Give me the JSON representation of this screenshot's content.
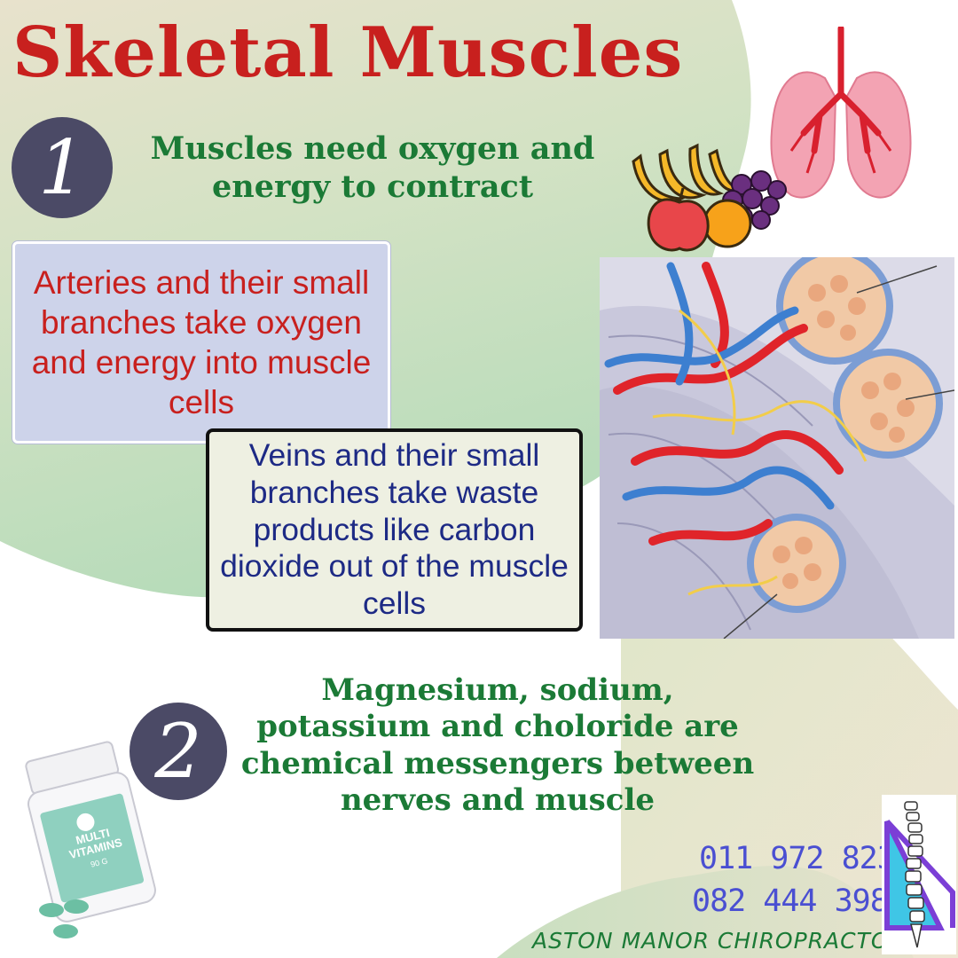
{
  "title": "Skeletal Muscles",
  "points": [
    {
      "number": "1",
      "text": "Muscles need oxygen and energy to contract"
    },
    {
      "number": "2",
      "text": "Magnesium, sodium, potassium and choloride are chemical messengers between nerves and muscle"
    }
  ],
  "boxes": {
    "arteries": "Arteries and their small branches take oxygen and energy into muscle cells",
    "veins": "Veins and their small branches take waste products like carbon dioxide out of the muscle cells"
  },
  "vitamin_bottle": {
    "line1": "MULTI",
    "line2": "VITAMINS",
    "count": "90 G"
  },
  "contact": {
    "phone1": "011 972 8233",
    "phone2": "082 444 3980",
    "business": "ASTON MANOR CHIROPRACTORS"
  },
  "icons": [
    "lungs-icon",
    "fruit-icon",
    "muscle-illustration",
    "vitamin-bottle-icon",
    "spine-logo-icon"
  ],
  "colors": {
    "title": "#c8201e",
    "accent_green": "#1b7a36",
    "badge": "#4b4a66",
    "phone": "#4a4fd2"
  }
}
